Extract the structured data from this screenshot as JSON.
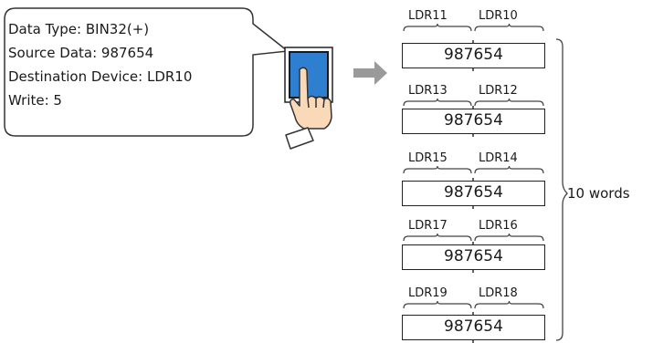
{
  "callout": {
    "lines": [
      "Data Type: BIN32(+)",
      "Source Data: 987654",
      "Destination Device: LDR10",
      "Write: 5"
    ]
  },
  "pairs": [
    {
      "left": "LDR11",
      "right": "LDR10",
      "value": "987654"
    },
    {
      "left": "LDR13",
      "right": "LDR12",
      "value": "987654"
    },
    {
      "left": "LDR15",
      "right": "LDR14",
      "value": "987654"
    },
    {
      "left": "LDR17",
      "right": "LDR16",
      "value": "987654"
    },
    {
      "left": "LDR19",
      "right": "LDR18",
      "value": "987654"
    }
  ],
  "words_label": "10 words",
  "colors": {
    "button_blue": "#2e7fd0",
    "arrow_gray": "#9a9a9a",
    "hand_fill": "#f9d9b8"
  },
  "icons": {
    "button": "pressed-button-icon",
    "hand": "pointing-hand-icon",
    "arrow": "right-arrow-icon"
  }
}
